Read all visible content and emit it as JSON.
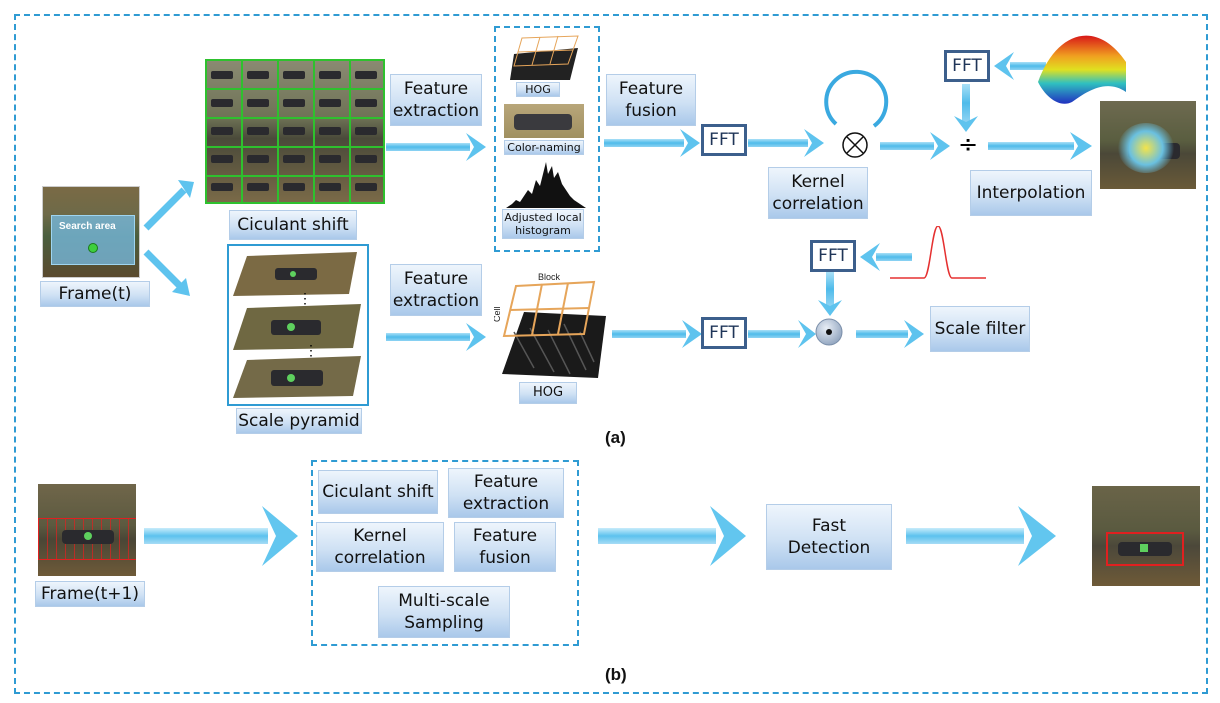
{
  "panel_a": {
    "caption": "(a)",
    "frame_t": "Frame(t)",
    "search_area": "Search area",
    "ciculant_shift": "Ciculant shift",
    "scale_pyramid": "Scale pyramid",
    "pyramid_dots": "⋮",
    "feature_extraction_top": "Feature\nextraction",
    "feature_extraction_bottom": "Feature\nextraction",
    "hog_top": "HOG",
    "color_naming": "Color-naming",
    "adjusted_hist": "Adjusted local\nhistogram",
    "feature_fusion": "Feature\nfusion",
    "fft": "FFT",
    "kernel_correlation": "Kernel\ncorrelation",
    "otimes": "⊗",
    "divide": "÷",
    "interpolation": "Interpolation",
    "hog_bottom": "HOG",
    "block_label": "Block",
    "cell_label": "Cell",
    "dot_op": "•",
    "scale_filter": "Scale filter"
  },
  "panel_b": {
    "caption": "(b)",
    "frame_t1": "Frame(t+1)",
    "ciculant_shift": "Ciculant shift",
    "feature_extraction": "Feature\nextraction",
    "kernel_correlation": "Kernel\ncorrelation",
    "feature_fusion": "Feature\nfusion",
    "multi_scale": "Multi-scale\nSampling",
    "fast_detection": "Fast\nDetection"
  },
  "colors": {
    "dash": "#2f9bd3",
    "arrow": "#5ec3ee",
    "label_gradient_top": "#eef5fc",
    "label_gradient_bottom": "#a9c8ea",
    "fft_border": "#3c5f8c",
    "grid_green": "#2ec12e",
    "bbox_red": "#e02020",
    "gaussian_red": "#e53030"
  }
}
